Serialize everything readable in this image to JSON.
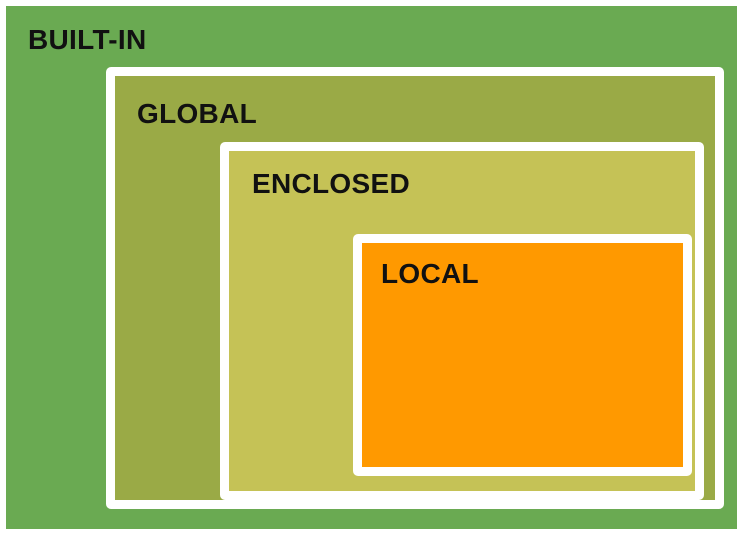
{
  "scopes": {
    "builtin": {
      "label": "BUILT-IN",
      "color": "#6aaa52"
    },
    "global": {
      "label": "GLOBAL",
      "color": "#9aaa46"
    },
    "enclosed": {
      "label": "ENCLOSED",
      "color": "#c5c256"
    },
    "local": {
      "label": "LOCAL",
      "color": "#ff9900"
    }
  }
}
